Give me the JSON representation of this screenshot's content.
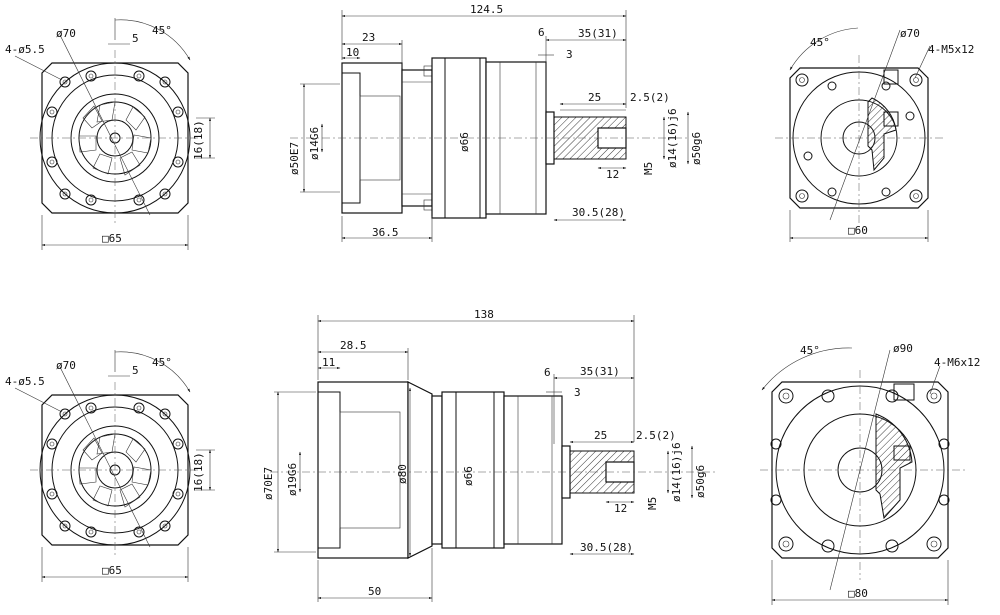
{
  "top_row": {
    "front_view": {
      "bolt_holes": "4-ø5.5",
      "pcd": "ø70",
      "offset": "5",
      "angle": "45°",
      "key_height": "16(18)",
      "square": "□65"
    },
    "side_view": {
      "overall_length": "124.5",
      "flange_length": "23",
      "spigot_length": "10",
      "output_length": "35(31)",
      "step": "6",
      "shoulder": "3",
      "shaft_key_len": "25",
      "key_offset": "2.5(2)",
      "pilot_dia": "ø50E7",
      "input_bore": "ø14G6",
      "body_dia": "ø66",
      "shaft_dia": "ø14(16)j6",
      "output_spigot": "ø50g6",
      "tap_depth": "12",
      "tap": "M5",
      "output_total": "30.5(28)",
      "input_length": "36.5"
    },
    "rear_view": {
      "angle": "45°",
      "pcd": "ø70",
      "taps": "4-M5x12",
      "square": "□60"
    }
  },
  "bottom_row": {
    "front_view": {
      "bolt_holes": "4-ø5.5",
      "pcd": "ø70",
      "offset": "5",
      "angle": "45°",
      "key_height": "16(18)",
      "square": "□65"
    },
    "side_view": {
      "overall_length": "138",
      "flange_length": "28.5",
      "spigot_length": "11",
      "output_length": "35(31)",
      "step": "6",
      "shoulder": "3",
      "shaft_key_len": "25",
      "key_offset": "2.5(2)",
      "pilot_dia": "ø70E7",
      "input_bore": "ø19G6",
      "flange_dia": "ø80",
      "body_dia": "ø66",
      "shaft_dia": "ø14(16)j6",
      "output_spigot": "ø50g6",
      "tap_depth": "12",
      "tap": "M5",
      "output_total": "30.5(28)",
      "input_length": "50"
    },
    "rear_view": {
      "angle": "45°",
      "pcd": "ø90",
      "taps": "4-M6x12",
      "square": "□80"
    }
  }
}
